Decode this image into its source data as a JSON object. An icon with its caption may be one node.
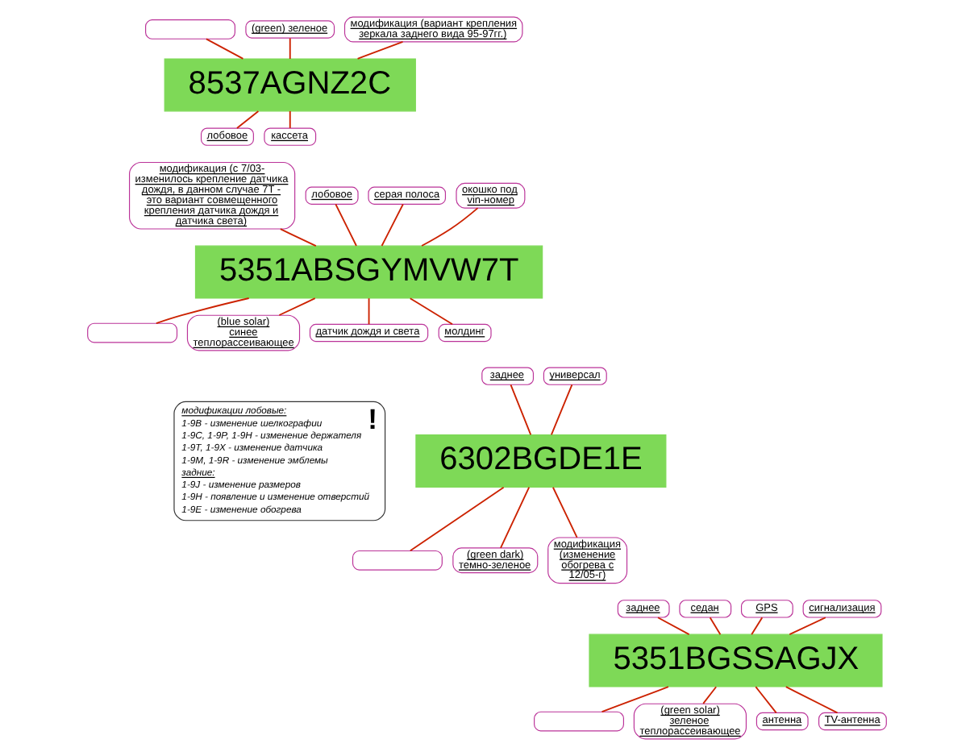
{
  "diagram": {
    "nodes": [
      {
        "text": [
          "8537AGNZ2C"
        ]
      },
      {
        "text": [],
        "shape": "box"
      },
      {
        "text": [
          "(green) зеленое"
        ]
      },
      {
        "text": [
          "модификация (вариант крепления зеркала заднего вида 95-97гг.)"
        ]
      },
      {
        "text": [
          "лобовое"
        ]
      },
      {
        "text": [
          "кассета"
        ]
      },
      {
        "text": [
          "модификация (с 7/03- изменилось крепление датчика дождя, в данном случае 7T - это вариант совмещенного крепления датчика дождя и датчика света)"
        ]
      },
      {
        "text": [
          "5351ABSGYMVW7T"
        ]
      },
      {
        "text": [
          "лобовое"
        ]
      },
      {
        "text": [
          "серая полоса"
        ]
      },
      {
        "text": [
          "окошко под vin-номер"
        ]
      },
      {
        "text": [],
        "shape": "box"
      },
      {
        "text": [
          "(blue solar) синее теплорассеивающее"
        ]
      },
      {
        "text": [
          "датчик дождя и света"
        ]
      },
      {
        "text": [
          "молдинг"
        ]
      },
      {
        "text": [
          "6302BGDE1E"
        ]
      },
      {
        "text": [
          "заднее"
        ]
      },
      {
        "text": [
          "универсал"
        ]
      },
      {
        "text": [],
        "shape": "box"
      },
      {
        "text": [
          "(green dark) темно-зеленое"
        ]
      },
      {
        "text": [
          "модификация (изменение обогрева с 12/05-г)"
        ]
      },
      {
        "text": [
          "5351BGSSAGJX"
        ]
      },
      {
        "text": [
          "заднее"
        ]
      },
      {
        "text": [
          "седан"
        ]
      },
      {
        "text": [
          "GPS"
        ]
      },
      {
        "text": [
          "сигнализация"
        ]
      },
      {
        "text": [],
        "shape": "box"
      },
      {
        "text": [
          "(green solar) зеленое теплорассеивающее"
        ]
      },
      {
        "text": [
          "антенна"
        ]
      },
      {
        "text": [
          "TV-антенна"
        ]
      },
      {
        "text": [
          "модификации лобовые:",
          "1-9B - изменение шелкографии",
          "1-9C, 1-9P, 1-9H - изменение держателя",
          "1-9T, 1-9X - изменение датчика",
          "1-9M, 1-9R - изменение эмблемы",
          "задние:",
          "1-9J - изменение размеров",
          "1-9H - появление и изменение отверстий",
          "1-9E - изменение обогрева",
          "!"
        ]
      }
    ],
    "edges": [
      {
        "from": 1,
        "to": 0,
        "arrow": "none"
      },
      {
        "from": 2,
        "to": 0,
        "arrow": "none"
      },
      {
        "from": 3,
        "to": 0,
        "arrow": "none"
      },
      {
        "from": 0,
        "to": 4,
        "arrow": "none"
      },
      {
        "from": 0,
        "to": 5,
        "arrow": "none"
      },
      {
        "from": 8,
        "to": 7,
        "arrow": "none"
      },
      {
        "from": 9,
        "to": 7,
        "arrow": "none"
      },
      {
        "from": 10,
        "to": 7,
        "arrow": "none"
      },
      {
        "from": 6,
        "to": 7,
        "arrow": "none"
      },
      {
        "from": 7,
        "to": 11,
        "arrow": "none"
      },
      {
        "from": 7,
        "to": 12,
        "arrow": "none"
      },
      {
        "from": 7,
        "to": 13,
        "arrow": "none"
      },
      {
        "from": 7,
        "to": 14,
        "arrow": "none"
      },
      {
        "from": 16,
        "to": 15,
        "arrow": "none"
      },
      {
        "from": 17,
        "to": 15,
        "arrow": "none"
      },
      {
        "from": 15,
        "to": 18,
        "arrow": "none"
      },
      {
        "from": 15,
        "to": 19,
        "arrow": "none"
      },
      {
        "from": 15,
        "to": 20,
        "arrow": "none"
      },
      {
        "from": 22,
        "to": 21,
        "arrow": "none"
      },
      {
        "from": 23,
        "to": 21,
        "arrow": "none"
      },
      {
        "from": 24,
        "to": 21,
        "arrow": "none"
      },
      {
        "from": 25,
        "to": 21,
        "arrow": "none"
      },
      {
        "from": 21,
        "to": 26,
        "arrow": "none"
      },
      {
        "from": 21,
        "to": 27,
        "arrow": "none"
      },
      {
        "from": 21,
        "to": 28,
        "arrow": "none"
      },
      {
        "from": 21,
        "to": 29,
        "arrow": "none"
      }
    ]
  }
}
